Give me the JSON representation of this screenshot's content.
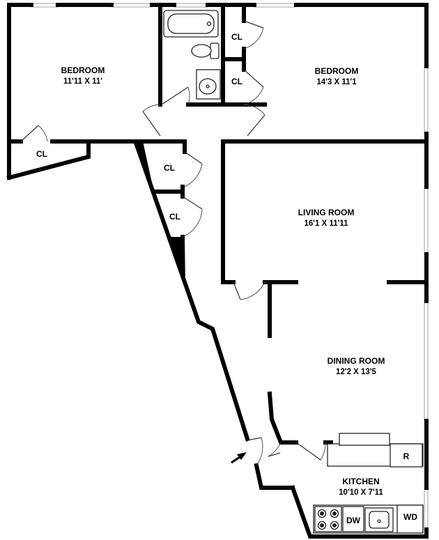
{
  "rooms": {
    "bedroom_left": {
      "name": "BEDROOM",
      "dims": "11'11 X 11'"
    },
    "bedroom_right": {
      "name": "BEDROOM",
      "dims": "14'3 X 11'1"
    },
    "living_room": {
      "name": "LIVING ROOM",
      "dims": "16'1 X 11'11"
    },
    "dining_room": {
      "name": "DINING ROOM",
      "dims": "12'2 X 13'5"
    },
    "kitchen": {
      "name": "KITCHEN",
      "dims": "10'10 X 7'11"
    }
  },
  "closets": {
    "bath_upper": "CL",
    "bath_lower": "CL",
    "bedroom_left": "CL",
    "hall_upper": "CL",
    "hall_lower": "CL"
  },
  "appliances": {
    "refrigerator": "R",
    "dishwasher": "DW",
    "washer_dryer": "WD"
  }
}
